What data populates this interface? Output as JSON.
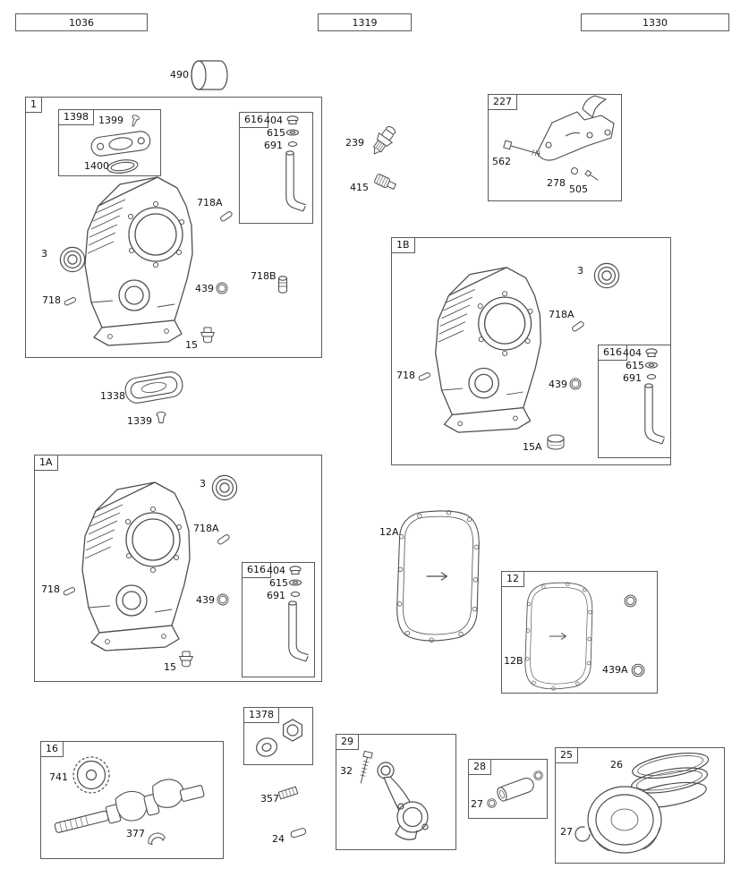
{
  "header": {
    "left_box": "1036",
    "center_box": "1319",
    "right_box": "1330"
  },
  "loose": {
    "p490": "490",
    "p1338": "1338",
    "p1339": "1339",
    "p239": "239",
    "p415": "415",
    "p12A": "12A",
    "p357": "357",
    "p24": "24"
  },
  "group1": {
    "tag": "1",
    "box1398": {
      "tag": "1398",
      "p1399": "1399",
      "p1400": "1400"
    },
    "box616": {
      "tag": "616",
      "p404": "404",
      "p615": "615",
      "p691": "691"
    },
    "p718A": "718A",
    "p3": "3",
    "p718": "718",
    "p439": "439",
    "p718B": "718B",
    "p15": "15"
  },
  "group1A": {
    "tag": "1A",
    "p3": "3",
    "p718A": "718A",
    "p718": "718",
    "p439": "439",
    "box616": {
      "tag": "616",
      "p404": "404",
      "p615": "615",
      "p691": "691"
    },
    "p15": "15"
  },
  "group1B": {
    "tag": "1B",
    "p3": "3",
    "p718A": "718A",
    "p718": "718",
    "p439": "439",
    "box616": {
      "tag": "616",
      "p404": "404",
      "p615": "615",
      "p691": "691"
    },
    "p15A": "15A"
  },
  "group227": {
    "tag": "227",
    "p562": "562",
    "p278": "278",
    "p505": "505"
  },
  "group12": {
    "tag": "12",
    "p12B": "12B",
    "p439A": "439A"
  },
  "group16": {
    "tag": "16",
    "p741": "741",
    "p377": "377"
  },
  "group1378": {
    "tag": "1378"
  },
  "group29": {
    "tag": "29",
    "p32": "32"
  },
  "group28": {
    "tag": "28",
    "p27": "27"
  },
  "group25": {
    "tag": "25",
    "p26": "26",
    "p27": "27"
  }
}
